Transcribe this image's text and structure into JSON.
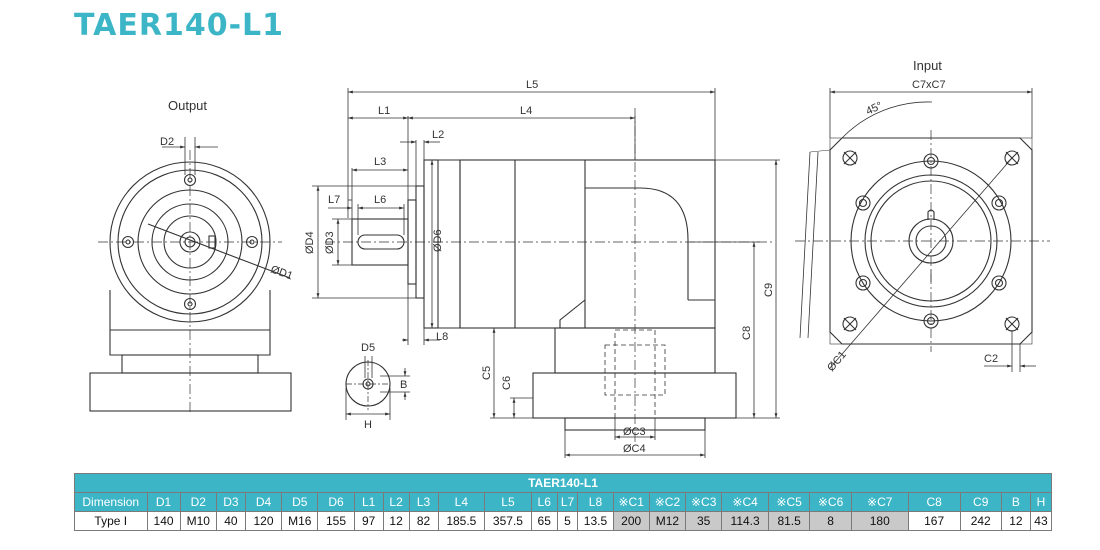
{
  "title": "TAER140-L1",
  "views": {
    "output_label": "Output",
    "input_label": "Input"
  },
  "labels": {
    "d1": "ØD1",
    "d2": "D2",
    "d3": "ØD3",
    "d4": "ØD4",
    "d5": "D5",
    "d6": "ØD6",
    "l1": "L1",
    "l2": "L2",
    "l3": "L3",
    "l4": "L4",
    "l5": "L5",
    "l6": "L6",
    "l7": "L7",
    "l8": "L8",
    "b": "B",
    "h": "H",
    "c1": "ØC1",
    "c2": "C2",
    "c3": "ØC3",
    "c4": "ØC4",
    "c5": "C5",
    "c6": "C6",
    "c7": "C7xC7",
    "c8": "C8",
    "c9": "C9",
    "angle": "45°"
  },
  "table": {
    "caption": "TAER140-L1",
    "header": [
      "Dimension",
      "D1",
      "D2",
      "D3",
      "D4",
      "D5",
      "D6",
      "L1",
      "L2",
      "L3",
      "L4",
      "L5",
      "L6",
      "L7",
      "L8",
      "※C1",
      "※C2",
      "※C3",
      "※C4",
      "※C5",
      "※C6",
      "※C7",
      "C8",
      "C9",
      "B",
      "H"
    ],
    "row": [
      "Type I",
      "140",
      "M10",
      "40",
      "120",
      "M16",
      "155",
      "97",
      "12",
      "82",
      "185.5",
      "357.5",
      "65",
      "5",
      "13.5",
      "200",
      "M12",
      "35",
      "114.3",
      "81.5",
      "8",
      "180",
      "167",
      "242",
      "12",
      "43"
    ]
  }
}
